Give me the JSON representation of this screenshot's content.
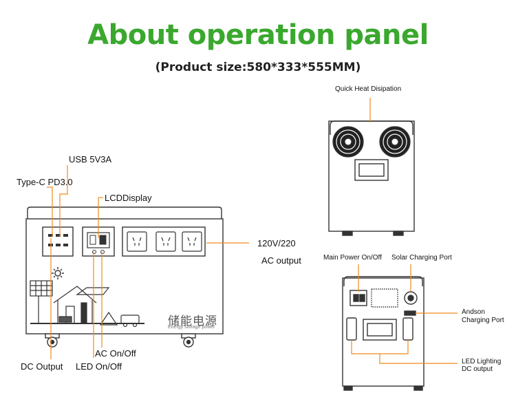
{
  "title": "About operation panel",
  "subtitle": "(Product size:580*333*555MM)",
  "brand_text": "储能电源",
  "brand_subtext": "Energy storage power",
  "labels": {
    "usb": "USB 5V3A",
    "type_c": "Type-C PD3.0",
    "lcd": "LCDDisplay",
    "ac_voltage": "120V/220",
    "ac_output": "AC output",
    "ac_switch": "AC On/Off",
    "dc_output": "DC Output",
    "led_switch": "LED On/Off",
    "heat": "Quick Heat Disipation",
    "main_power": "Main Power On/Off",
    "solar": "Solar Charging Port",
    "anderson_1": "Andson",
    "anderson_2": "Charging Port",
    "led_dc_1": "LED Lighting",
    "led_dc_2": "DC output"
  },
  "colors": {
    "title": "#3aa82e",
    "leader": "#f08a1c",
    "outline": "#333333"
  }
}
